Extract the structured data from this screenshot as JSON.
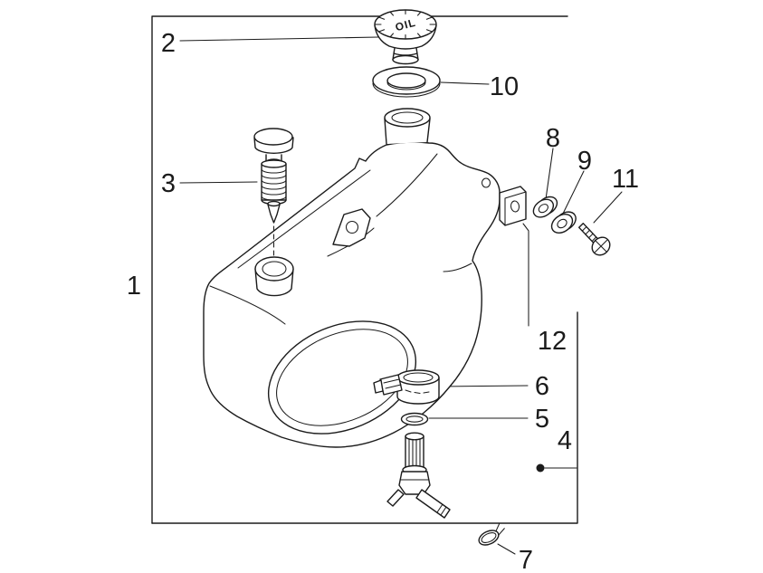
{
  "diagram": {
    "paper_color": "#ffffff",
    "ink_color": "#1b1b1b",
    "cap_text": "OIL",
    "callouts": {
      "c1": "1",
      "c2": "2",
      "c3": "3",
      "c4": "4",
      "c5": "5",
      "c6": "6",
      "c7": "7",
      "c8": "8",
      "c9": "9",
      "c10": "10",
      "c11": "11",
      "c12": "12"
    }
  }
}
